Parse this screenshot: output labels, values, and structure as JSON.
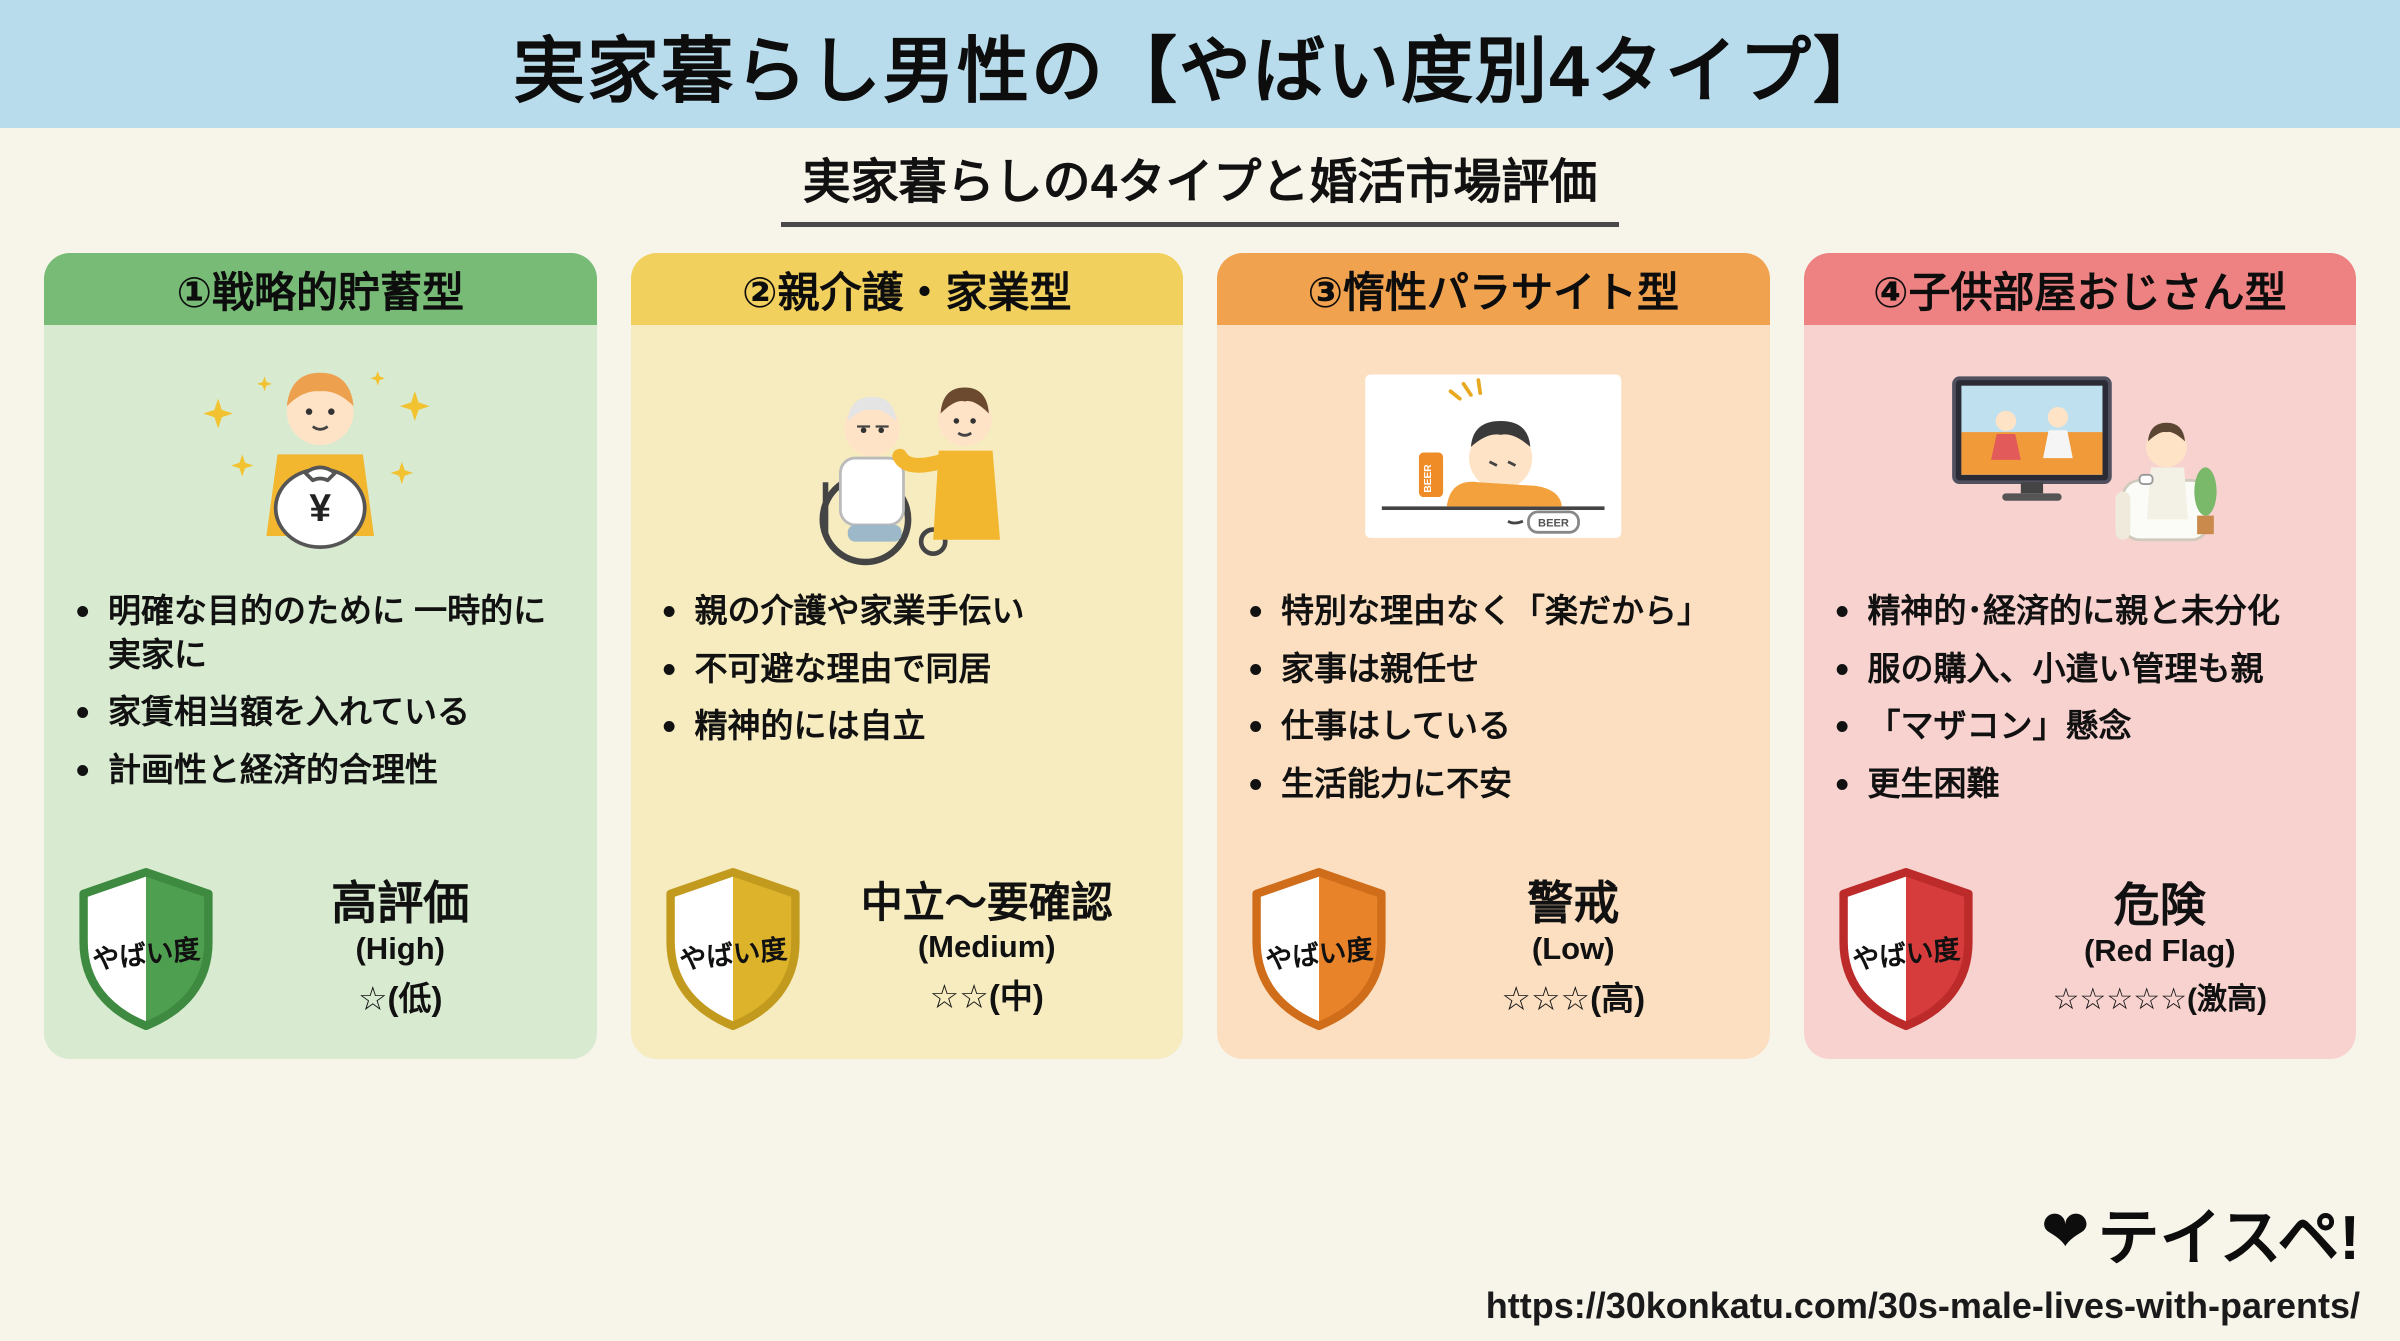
{
  "header": {
    "title": "実家暮らし男性の【やばい度別4タイプ】"
  },
  "subtitle": "実家暮らしの4タイプと婚活市場評価",
  "colors": {
    "header_bar": "#b9dcec",
    "background": "#f7f4ea",
    "cards": [
      {
        "header": "#77bb77",
        "body": "#d8ebd1",
        "shield": "#4f9f51"
      },
      {
        "header": "#f1d05e",
        "body": "#f6ecc0",
        "shield": "#ddb32c"
      },
      {
        "header": "#f0a24f",
        "body": "#fbdfc0",
        "shield": "#e8832a"
      },
      {
        "header": "#ee8181",
        "body": "#f7d2cf",
        "shield": "#d63c3c"
      }
    ]
  },
  "cards": [
    {
      "title": "①戦略的貯蓄型",
      "illustration": "man-holding-money-bag",
      "bullets": [
        "明確な目的のために 一時的に実家に",
        "家賃相当額を入れている",
        "計画性と経済的合理性"
      ],
      "shield_label": "やばい度",
      "rating": {
        "title": "高評価",
        "en": "(High)",
        "stars": "☆(低)"
      }
    },
    {
      "title": "②親介護・家業型",
      "illustration": "man-caring-elderly-in-wheelchair",
      "bullets": [
        "親の介護や家業手伝い",
        "不可避な理由で同居",
        "精神的には自立"
      ],
      "shield_label": "やばい度",
      "rating": {
        "title": "中立〜要確認",
        "en": "(Medium)",
        "stars": "☆☆(中)"
      }
    },
    {
      "title": "③惰性パラサイト型",
      "illustration": "man-slumped-with-beer-cans",
      "bullets": [
        "特別な理由なく「楽だから」",
        "家事は親任せ",
        "仕事はしている",
        "生活能力に不安"
      ],
      "shield_label": "やばい度",
      "rating": {
        "title": "警戒",
        "en": "(Low)",
        "stars": "☆☆☆(高)"
      }
    },
    {
      "title": "④子供部屋おじさん型",
      "illustration": "man-watching-tv-on-sofa",
      "bullets": [
        "精神的･経済的に親と未分化",
        "服の購入、小遣い管理も親",
        "「マザコン」懸念",
        "更生困難"
      ],
      "shield_label": "やばい度",
      "rating": {
        "title": "危険",
        "en": "(Red Flag)",
        "stars": "☆☆☆☆☆(激高)"
      }
    }
  ],
  "footer": {
    "logo": "テイスペ!",
    "heart_icon": "broken-heart",
    "url": "https://30konkatu.com/30s-male-lives-with-parents/"
  }
}
